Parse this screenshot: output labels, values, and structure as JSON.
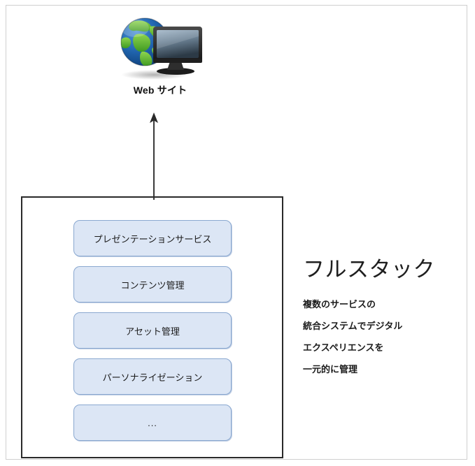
{
  "diagram": {
    "website_node": {
      "label": "Web サイト",
      "icon": "globe-monitor-icon"
    },
    "arrow": {
      "name": "arrow-up-icon",
      "direction": "up"
    },
    "stack": {
      "container_name": "full-stack-container",
      "items": [
        {
          "label": "プレゼンテーションサービス"
        },
        {
          "label": "コンテンツ管理"
        },
        {
          "label": "アセット管理"
        },
        {
          "label": "パーソナライゼーション"
        },
        {
          "label": "..."
        }
      ]
    },
    "description": {
      "title": "フルスタック",
      "lines": [
        "複数のサービスの",
        "統合システムでデジタル",
        "エクスペリエンスを",
        "一元的に管理"
      ]
    }
  },
  "colors": {
    "box_fill": "#dce6f5",
    "box_border": "#8aa8d0",
    "container_border": "#2a2a2a",
    "page_border": "#cfcfcf",
    "text": "#1b1b1b",
    "globe_land": "#5cb82e",
    "globe_ocean": "#1f5fa8",
    "monitor_body": "#2b2b2b"
  }
}
